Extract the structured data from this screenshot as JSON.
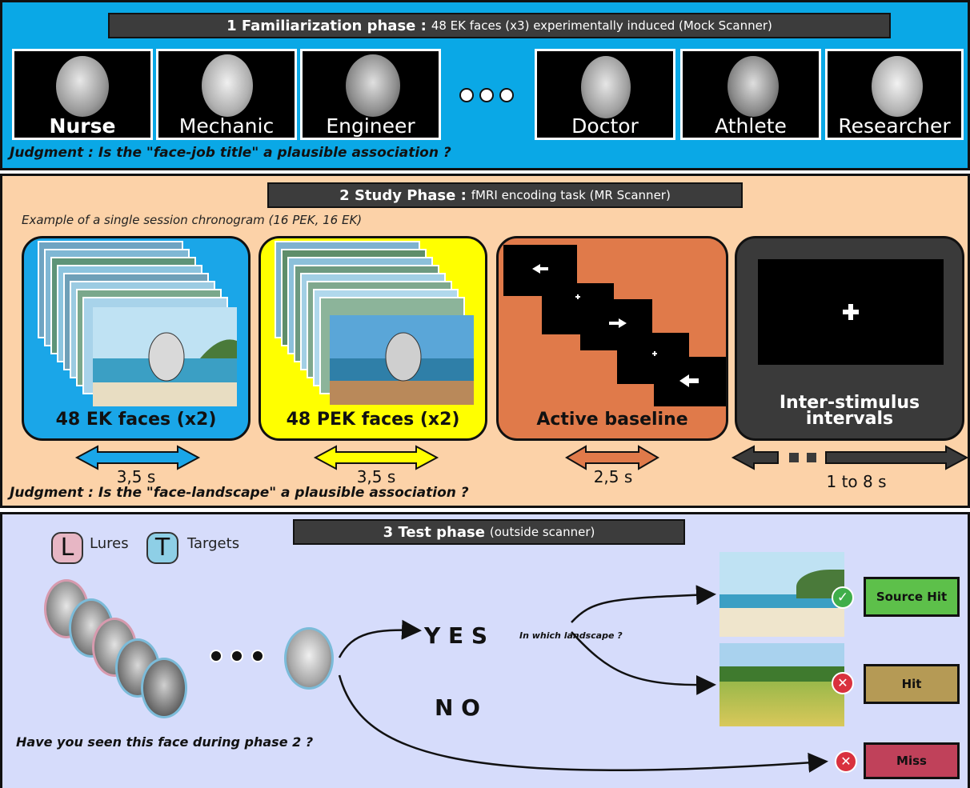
{
  "phase1": {
    "number_title": "1 Familiarization phase :",
    "subtitle": "48 EK faces (x3) experimentally induced (Mock Scanner)",
    "faces": [
      {
        "label": "Nurse"
      },
      {
        "label": "Mechanic"
      },
      {
        "label": "Engineer"
      },
      {
        "label": "Doctor"
      },
      {
        "label": "Athlete"
      },
      {
        "label": "Researcher"
      }
    ],
    "judgment": "Judgment : Is the \"face-job title\" a plausible association ?"
  },
  "phase2": {
    "number_title": "2 Study Phase :",
    "subtitle": "fMRI encoding task (MR Scanner)",
    "example_note": "Example of a single session chronogram (16 PEK, 16 EK)",
    "blocks": [
      {
        "label": "48 EK faces (x2)",
        "duration": "3,5 s",
        "color": "#1aa6e8"
      },
      {
        "label": "48 PEK faces (x2)",
        "duration": "3,5 s",
        "color": "#ffff00"
      },
      {
        "label": "Active baseline",
        "duration": "2,5 s",
        "color": "#e07a4a"
      },
      {
        "label": "Inter-stimulus intervals",
        "duration": "1 to 8 s",
        "color": "#3a3a3a"
      }
    ],
    "judgment": "Judgment : Is the \"face-landscape\" a plausible association ?"
  },
  "phase3": {
    "number_title": "3 Test phase",
    "subtitle": "(outside scanner)",
    "legend": [
      {
        "letter": "L",
        "label": "Lures",
        "color": "#e7b6c4"
      },
      {
        "letter": "T",
        "label": "Targets",
        "color": "#8ecfe6"
      }
    ],
    "yes": "Y E S",
    "no": "N O",
    "landscape_question": "In which landscape ?",
    "face_question": "Have you seen this face during phase 2 ?",
    "outcomes": [
      {
        "label": "Source Hit",
        "color": "#5dc04a"
      },
      {
        "label": "Hit",
        "color": "#b59a55"
      },
      {
        "label": "Miss",
        "color": "#c0415a"
      }
    ]
  },
  "colors": {
    "phase1_bg": "#0aa8e6",
    "phase2_bg": "#fcd2a8",
    "phase3_bg": "#d6dcfb"
  }
}
